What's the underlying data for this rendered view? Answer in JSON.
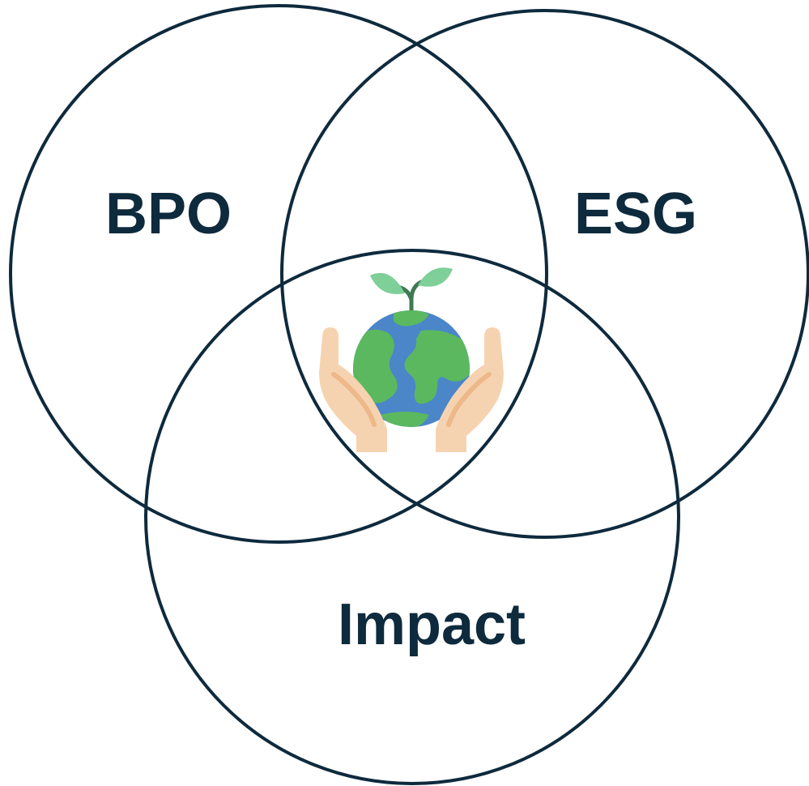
{
  "diagram": {
    "type": "venn",
    "sets": [
      {
        "id": "bpo",
        "label": "BPO"
      },
      {
        "id": "esg",
        "label": "ESG"
      },
      {
        "id": "impact",
        "label": "Impact"
      }
    ],
    "center_icon": "globe-in-hands-icon",
    "colors": {
      "outline": "#0e2a3d",
      "text": "#0e2a3d",
      "globe_ocean": "#4a86c8",
      "globe_land": "#5bb85f",
      "leaves": "#7ecf98",
      "stem": "#3f7a52",
      "hands": "#f6d3b0",
      "hands_shade": "#edb88a"
    }
  }
}
